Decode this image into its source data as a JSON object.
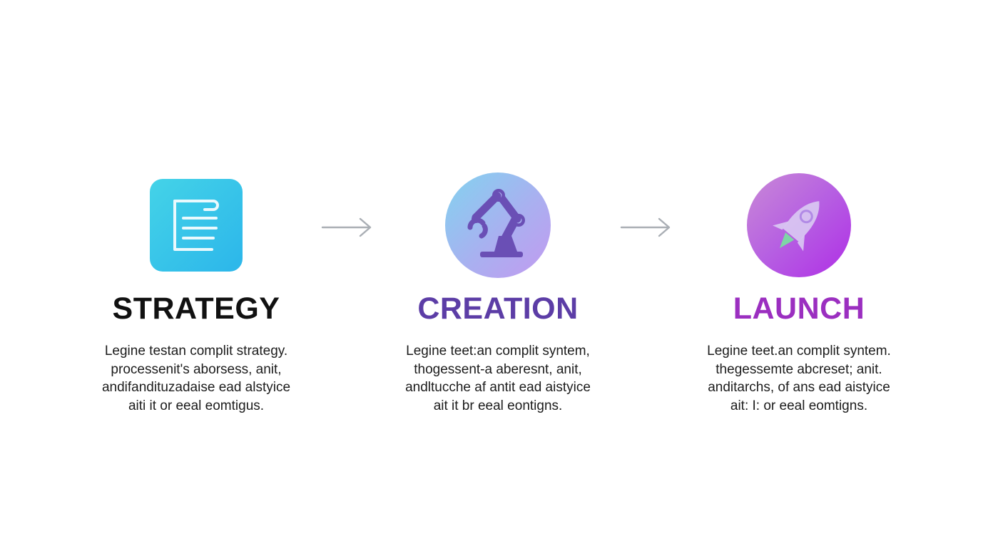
{
  "colors": {
    "strategy_tile_from": "#3ecfe6",
    "strategy_tile_to": "#2fb9e8",
    "creation_circle_from": "#7fd0ee",
    "creation_circle_to": "#b99af0",
    "launch_circle_from": "#c17fd6",
    "launch_circle_to": "#b42fe0",
    "strategy_title": "#111111",
    "creation_title": "#5c3da6",
    "launch_title": "#9b2fc0",
    "arrow": "#a9aeb4"
  },
  "steps": [
    {
      "icon": "document-icon",
      "title": "STRATEGY",
      "lines": [
        "Legine testan complit strategy.",
        "processenit's aborsess, anit,",
        "andifandituzadaise ead alstyice",
        "aiti it or eeal eomtigus."
      ]
    },
    {
      "icon": "robot-arm-icon",
      "title": "CREATION",
      "lines": [
        "Legine teet:an complit syntem,",
        "thogessent-a aberesnt, anit,",
        "andltucche af antit ead aistyice",
        "ait it br eeal eontigns."
      ]
    },
    {
      "icon": "rocket-icon",
      "title": "LAUNCH",
      "lines": [
        "Legine teet.an complit syntem.",
        "thegessemte abcreset; anit.",
        "anditarchs, of ans ead aistyice",
        "ait: I: or eeal eomtigns."
      ]
    }
  ],
  "arrows": [
    "arrow-right-icon",
    "arrow-right-icon"
  ]
}
